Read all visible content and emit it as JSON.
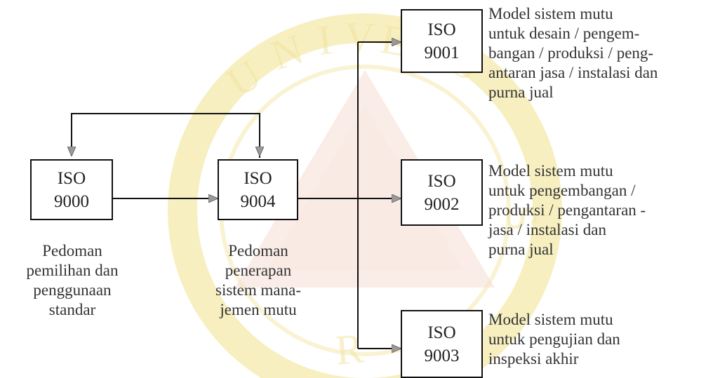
{
  "colors": {
    "line": "#111111",
    "arrowhead": "#9a9a9a",
    "watermark_yellow": "#f5ebb0",
    "watermark_pink": "#f2cfc2",
    "text": "#333333"
  },
  "watermark": {
    "text": "UNIVERSITAS SANATA DHARMA",
    "icon": "university-seal-watermark"
  },
  "nodes": {
    "iso9000": {
      "line1": "ISO",
      "line2": "9000"
    },
    "iso9004": {
      "line1": "ISO",
      "line2": "9004"
    },
    "iso9001": {
      "line1": "ISO",
      "line2": "9001"
    },
    "iso9002": {
      "line1": "ISO",
      "line2": "9002"
    },
    "iso9003": {
      "line1": "ISO",
      "line2": "9003"
    }
  },
  "captions": {
    "iso9000": [
      "Pedoman",
      "pemilihan dan",
      "penggunaan",
      "standar"
    ],
    "iso9004": [
      "Pedoman",
      "penerapan",
      "sistem mana-",
      "jemen mutu"
    ]
  },
  "descriptions": {
    "iso9001": [
      "Model sistem mutu",
      "untuk desain / pengem-",
      "bangan / produksi / peng-",
      "antaran jasa / instalasi dan",
      "purna jual"
    ],
    "iso9002": [
      "Model sistem mutu",
      "untuk pengembangan /",
      "produksi / pengantaran -",
      "jasa / instalasi  dan",
      "purna jual"
    ],
    "iso9003": [
      "Model sistem mutu",
      "untuk pengujian dan",
      "inspeksi akhir"
    ]
  }
}
